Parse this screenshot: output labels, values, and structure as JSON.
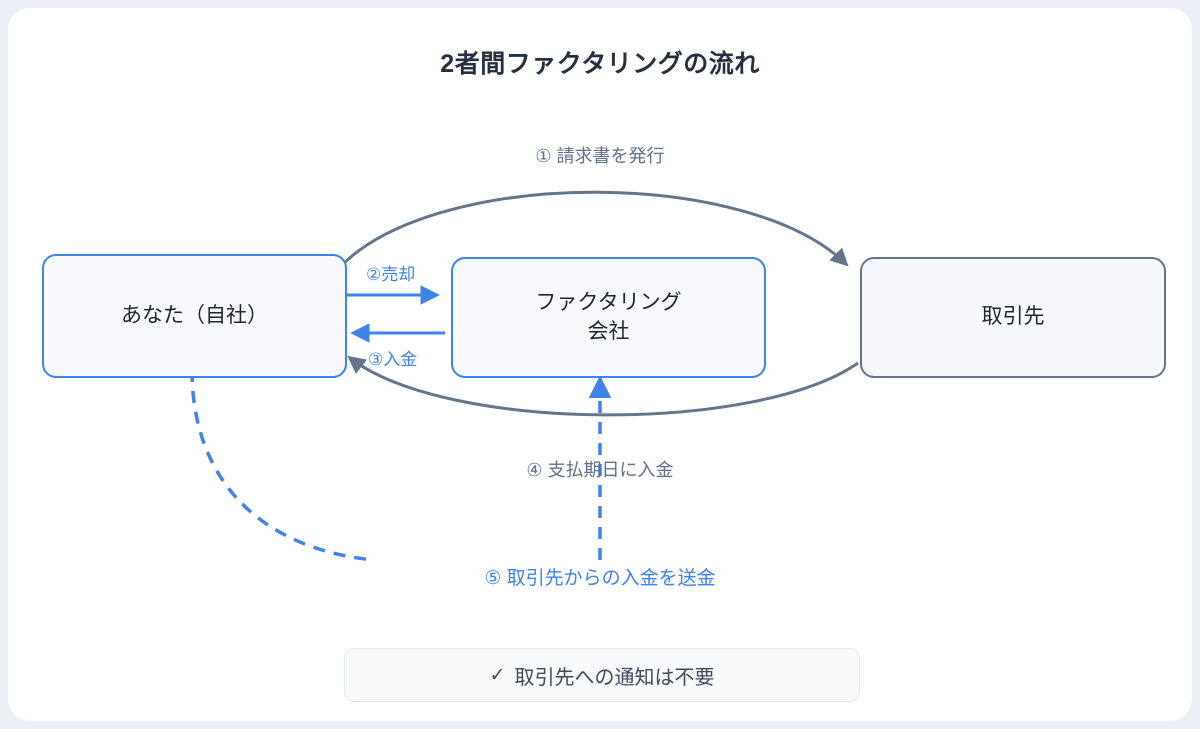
{
  "diagram": {
    "title": "2者間ファクタリングの流れ",
    "type": "flow-diagram",
    "nodes": [
      {
        "id": "you",
        "label": "あなた（自社）",
        "style": "primary",
        "accent": "#3f82e8"
      },
      {
        "id": "factoring",
        "label_line1": "ファクタリング",
        "label_line2": "会社",
        "style": "primary",
        "accent": "#3f82e8"
      },
      {
        "id": "client",
        "label": "取引先",
        "style": "secondary",
        "accent": "#64748b"
      }
    ],
    "edges": [
      {
        "step": "①",
        "label": "① 請求書を発行",
        "from": "you",
        "to": "client",
        "color": "#64748b",
        "line": "solid",
        "shape": "arc-over"
      },
      {
        "step": "②",
        "label": "②売却",
        "from": "you",
        "to": "factoring",
        "color": "#3f82e8",
        "line": "solid",
        "shape": "straight"
      },
      {
        "step": "③",
        "label": "③入金",
        "from": "factoring",
        "to": "you",
        "color": "#3f82e8",
        "line": "solid",
        "shape": "straight"
      },
      {
        "step": "④",
        "label": "④ 支払期日に入金",
        "from": "client",
        "to": "you",
        "color": "#64748b",
        "line": "solid",
        "shape": "arc-under"
      },
      {
        "step": "⑤",
        "label": "⑤ 取引先からの入金を送金",
        "from": "you",
        "to": "factoring",
        "color": "#3f82e8",
        "line": "dashed",
        "shape": "elbow"
      }
    ]
  },
  "footer": {
    "check_icon": "✓",
    "note": "取引先への通知は不要"
  },
  "colors": {
    "page_background": "#eceef5",
    "card_background": "#ffffff",
    "accent_blue": "#3f82e8",
    "accent_gray": "#64748b",
    "title_text": "#25303f",
    "node_fill": "#f7f9fc"
  }
}
